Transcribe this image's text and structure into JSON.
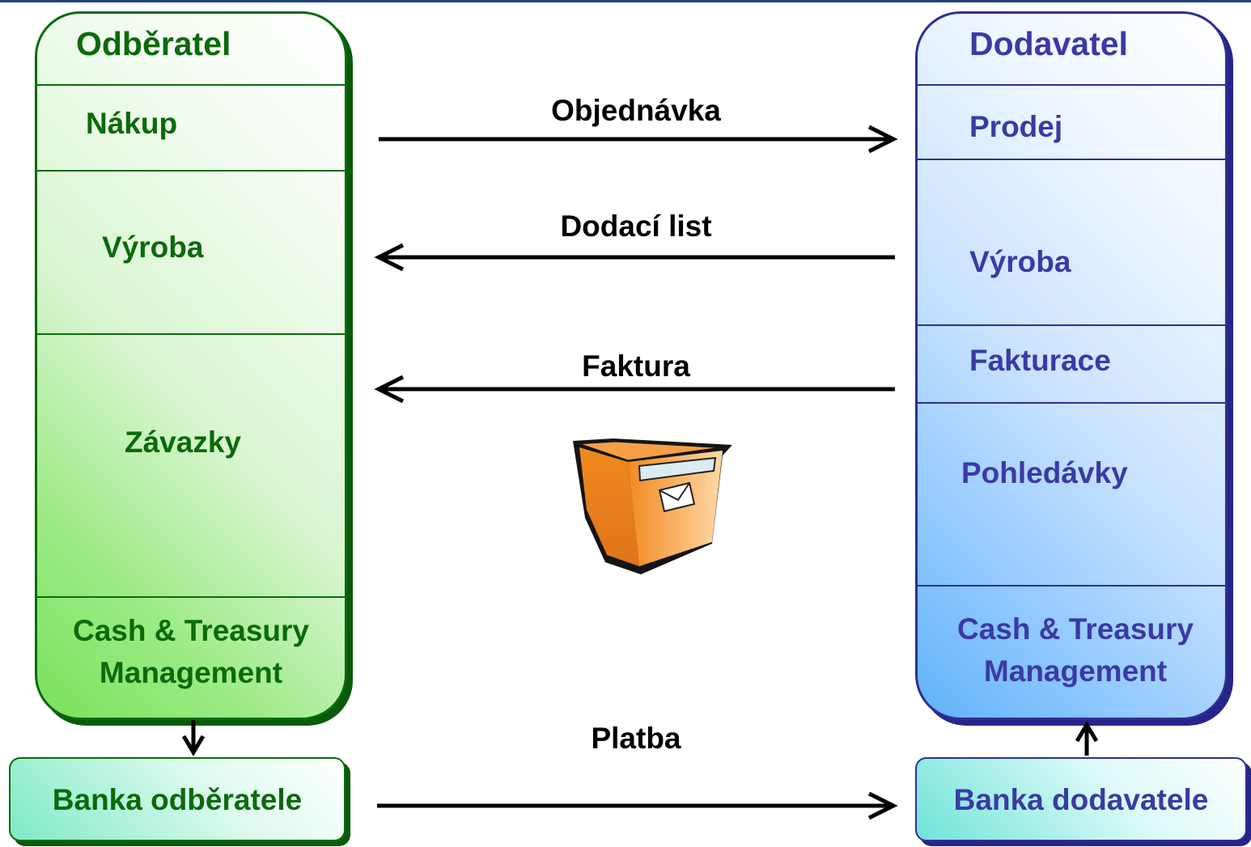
{
  "buyer": {
    "title": "Odběratel",
    "sections": [
      "Nákup",
      "Výroba",
      "Závazky"
    ],
    "cash_line1": "Cash & Treasury",
    "cash_line2": "Management",
    "color": "#0b6a0b"
  },
  "supplier": {
    "title": "Dodavatel",
    "sections": [
      "Prodej",
      "Výroba",
      "Fakturace",
      "Pohledávky"
    ],
    "cash_line1": "Cash & Treasury",
    "cash_line2": "Management",
    "color": "#3a3aa5"
  },
  "flows": {
    "order": "Objednávka",
    "delivery_note": "Dodací list",
    "invoice": "Faktura",
    "payment": "Platba"
  },
  "banks": {
    "buyer": "Banka odběratele",
    "supplier": "Banka dodavatele"
  },
  "icons": {
    "mailbox": "mailbox-icon"
  }
}
